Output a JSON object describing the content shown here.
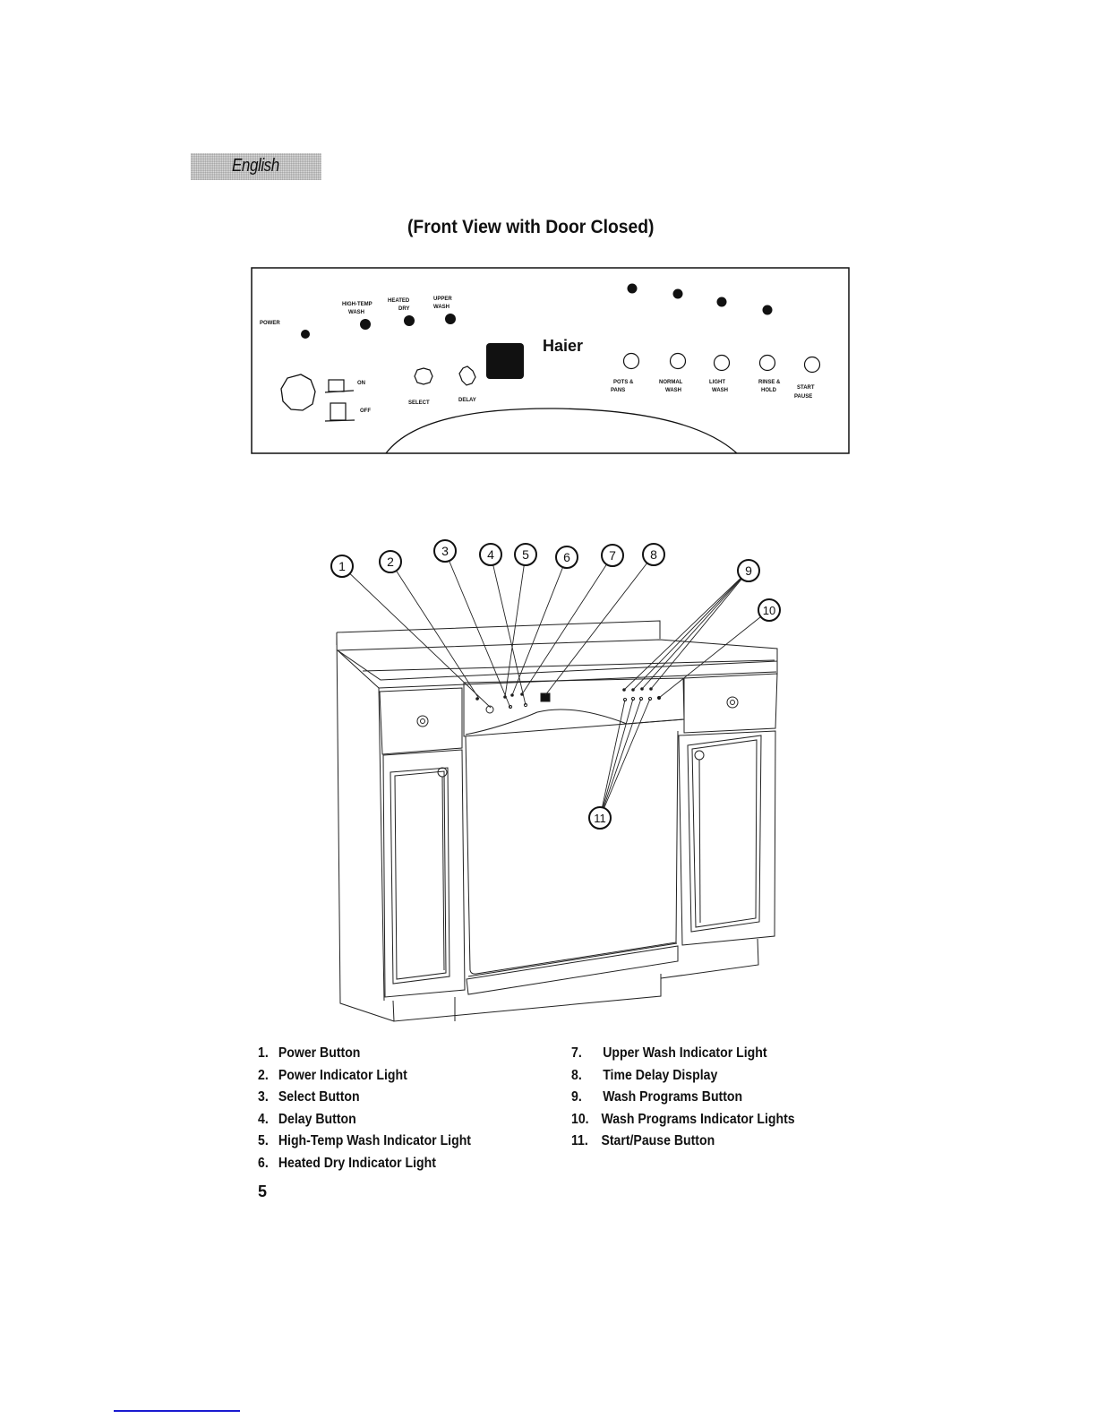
{
  "language_tab": "English",
  "section_title": "(Front View with Door Closed)",
  "control_panel": {
    "brand": "Haier",
    "labels": {
      "power": "POWER",
      "high_temp_wash": [
        "HIGH-TEMP",
        "WASH"
      ],
      "heated_dry": [
        "HEATED",
        "DRY"
      ],
      "upper_wash": [
        "UPPER",
        "WASH"
      ],
      "on": "ON",
      "off": "OFF",
      "select": "SELECT",
      "delay": "DELAY"
    },
    "programs": [
      {
        "line1": "POTS &",
        "line2": "PANS"
      },
      {
        "line1": "NORMAL",
        "line2": "WASH"
      },
      {
        "line1": "LIGHT",
        "line2": "WASH"
      },
      {
        "line1": "RINSE &",
        "line2": "HOLD"
      },
      {
        "line1": "START",
        "line2": "PAUSE"
      }
    ]
  },
  "callouts": [
    "1",
    "2",
    "3",
    "4",
    "5",
    "6",
    "7",
    "8",
    "9",
    "10",
    "11"
  ],
  "legend": {
    "left": [
      {
        "num": "1.",
        "text": "Power Button"
      },
      {
        "num": "2.",
        "text": "Power Indicator Light"
      },
      {
        "num": "3.",
        "text": "Select Button"
      },
      {
        "num": "4.",
        "text": "Delay Button"
      },
      {
        "num": "5.",
        "text": "High-Temp Wash Indicator Light"
      },
      {
        "num": "6.",
        "text": "Heated Dry Indicator Light"
      }
    ],
    "right": [
      {
        "num": "7.",
        "text": "Upper Wash Indicator Light"
      },
      {
        "num": "8.",
        "text": "Time Delay Display"
      },
      {
        "num": "9.",
        "text": "Wash Programs Button"
      },
      {
        "num": "10.",
        "text": "Wash Programs Indicator Lights"
      },
      {
        "num": "11.",
        "text": "Start/Pause Button"
      }
    ]
  },
  "page_number": "5",
  "colors": {
    "ink": "#111111",
    "footer_rule": "#1a1ad0",
    "tab_gray": "#d9d9d9"
  }
}
